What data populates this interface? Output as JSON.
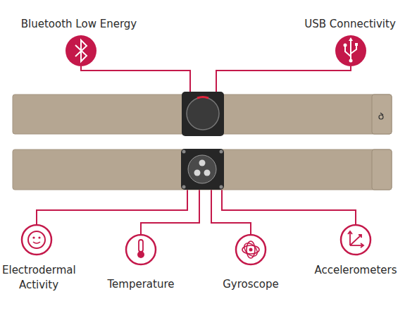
{
  "diagram": {
    "labels": [
      "Bluetooth Low Energy",
      "USB Connectivity",
      "Electrodermal Activity",
      "Temperature",
      "Gyroscope",
      "Accelerometers"
    ]
  }
}
